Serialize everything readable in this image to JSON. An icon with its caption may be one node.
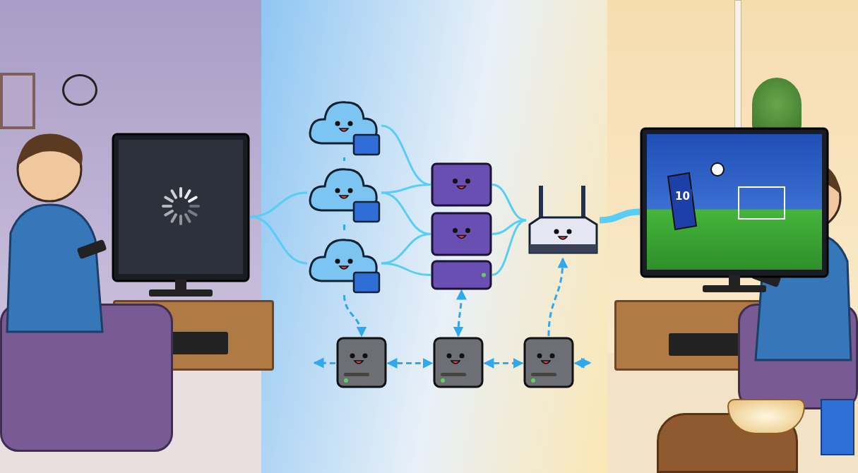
{
  "diagram": {
    "nodes": [
      {
        "text": [],
        "shape": "picture"
      },
      {
        "text": [],
        "shape": "cloud"
      },
      {
        "text": [],
        "shape": "cloud"
      },
      {
        "text": [],
        "shape": "cloud"
      },
      {
        "text": [],
        "shape": "box"
      },
      {
        "text": [],
        "shape": "box"
      },
      {
        "text": [],
        "shape": "box"
      },
      {
        "text": [],
        "shape": "box"
      },
      {
        "text": [],
        "shape": "picture"
      },
      {
        "text": [],
        "shape": "box"
      },
      {
        "text": [],
        "shape": "box"
      },
      {
        "text": [],
        "shape": "box"
      }
    ],
    "edges": [
      {
        "from": 2,
        "to": 0,
        "arrow": "none"
      },
      {
        "from": 3,
        "to": 0,
        "arrow": "none"
      },
      {
        "from": 1,
        "to": 4,
        "arrow": "none"
      },
      {
        "from": 2,
        "to": 4,
        "arrow": "none"
      },
      {
        "from": 2,
        "to": 5,
        "arrow": "none"
      },
      {
        "from": 3,
        "to": 5,
        "arrow": "none"
      },
      {
        "from": 3,
        "to": 6,
        "arrow": "none"
      },
      {
        "from": 4,
        "to": 7,
        "arrow": "none"
      },
      {
        "from": 5,
        "to": 7,
        "arrow": "none"
      },
      {
        "from": 6,
        "to": 7,
        "arrow": "none"
      },
      {
        "from": 7,
        "to": 8,
        "arrow": "none",
        "style": "thick"
      },
      {
        "from": 1,
        "to": 2,
        "arrow": "none",
        "style": "dashed"
      },
      {
        "from": 2,
        "to": 3,
        "arrow": "none",
        "style": "dashed"
      },
      {
        "from": 3,
        "to": 9,
        "arrow": "to",
        "style": "dashed"
      },
      {
        "from": 9,
        "to": 10,
        "arrow": "both",
        "style": "dashed"
      },
      {
        "from": 10,
        "to": 11,
        "arrow": "both",
        "style": "dashed"
      },
      {
        "from": 10,
        "to": 6,
        "arrow": "both",
        "style": "dashed"
      },
      {
        "from": 11,
        "to": 7,
        "arrow": "to",
        "style": "dashed"
      },
      {
        "from": 9,
        "to": null,
        "arrow": "to",
        "style": "dashed"
      },
      {
        "from": 11,
        "to": null,
        "arrow": "both",
        "style": "dashed"
      }
    ],
    "labels": [
      "10"
    ]
  }
}
